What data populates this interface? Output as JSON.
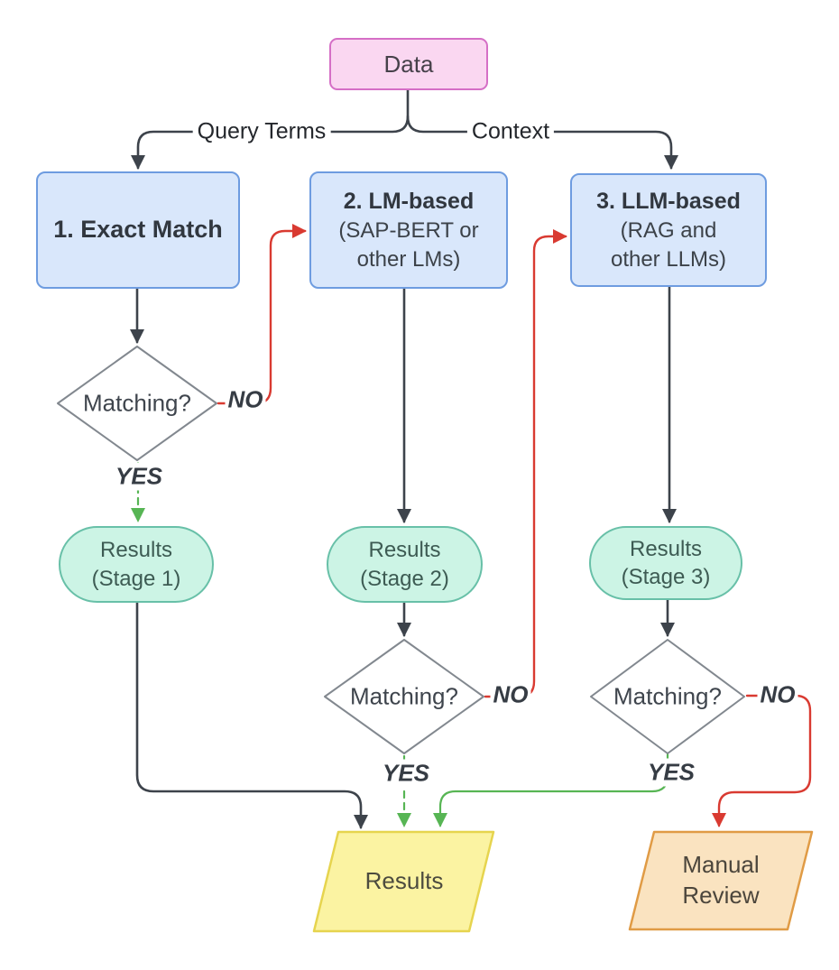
{
  "diagram": {
    "data_node": {
      "label": "Data"
    },
    "branch_labels": {
      "left": "Query Terms",
      "right": "Context"
    },
    "decision_labels": {
      "no": "NO",
      "yes": "YES"
    },
    "stages": [
      {
        "title": "1. Exact Match",
        "subtitle_lines": []
      },
      {
        "title": "2. LM-based",
        "subtitle_lines": [
          "(SAP-BERT or",
          "other LMs)"
        ]
      },
      {
        "title": "3. LLM-based",
        "subtitle_lines": [
          "(RAG and",
          "other LLMs)"
        ]
      }
    ],
    "decisions": [
      {
        "label": "Matching?"
      },
      {
        "label": "Matching?"
      },
      {
        "label": "Matching?"
      }
    ],
    "stage_results": [
      {
        "line1": "Results",
        "line2": "(Stage 1)"
      },
      {
        "line1": "Results",
        "line2": "(Stage 2)"
      },
      {
        "line1": "Results",
        "line2": "(Stage 3)"
      }
    ],
    "final_results": {
      "label": "Results"
    },
    "manual_review": {
      "label": "Manual Review"
    },
    "colors": {
      "pink_fill": "#fad7f1",
      "pink_stroke": "#d56fc6",
      "blue_fill": "#d9e7fb",
      "blue_stroke": "#6e9ce0",
      "mint_fill": "#ccf4e5",
      "mint_stroke": "#68c0a8",
      "yellow_fill": "#fbf3a2",
      "yellow_stroke": "#e6d44e",
      "orange_fill": "#fae3c0",
      "orange_stroke": "#e09b45",
      "line_dark": "#3d434b",
      "line_red": "#d93a31",
      "line_green": "#57b554",
      "diamond_stroke": "#82888f",
      "text_dark": "#343a41"
    }
  }
}
